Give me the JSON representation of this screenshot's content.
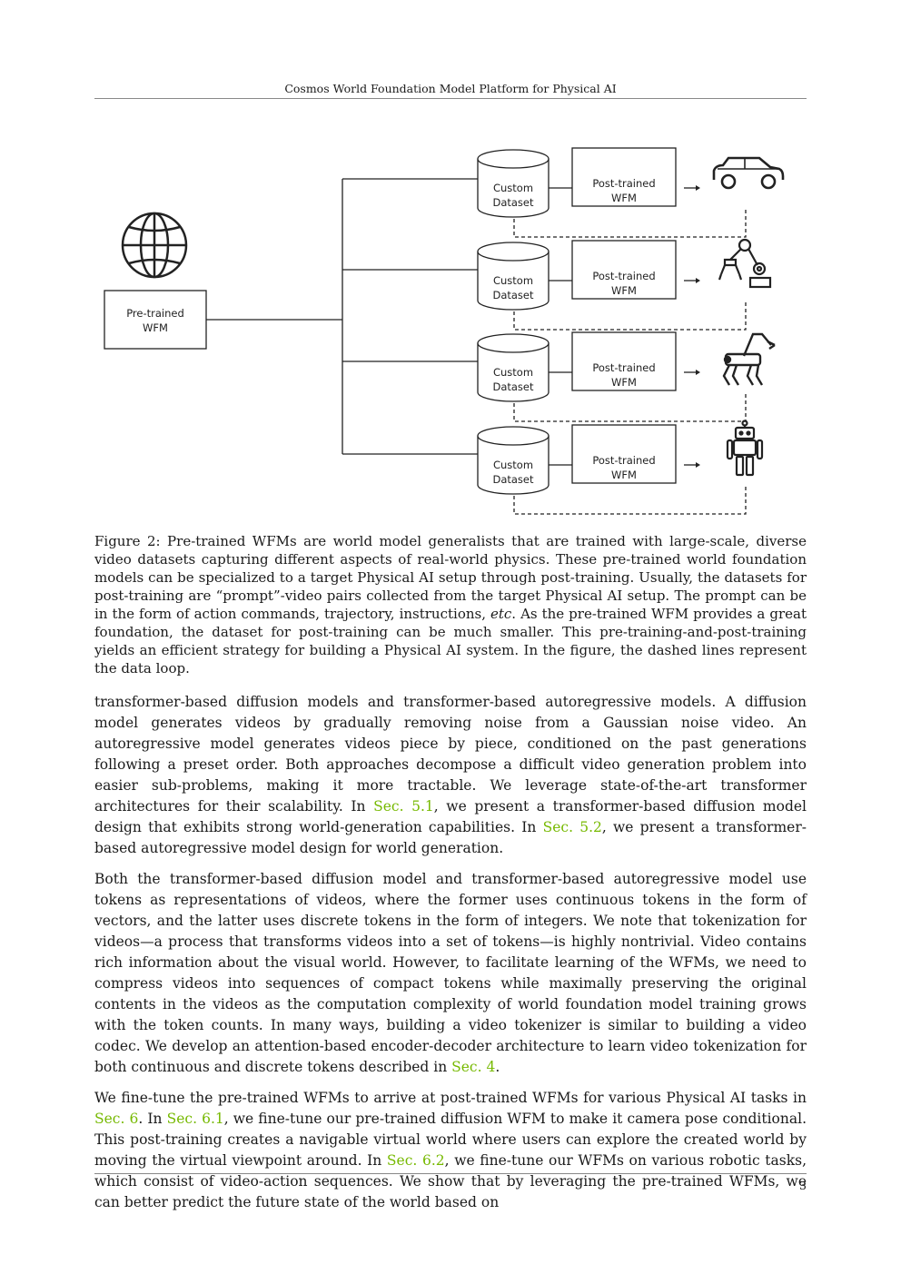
{
  "header": {
    "title": "Cosmos World Foundation Model Platform for Physical AI"
  },
  "figure": {
    "pretrained_label": [
      "Pre-trained",
      "WFM"
    ],
    "dataset_label": [
      "Custom",
      "Dataset"
    ],
    "posttrained_label": [
      "Post-trained",
      "WFM"
    ],
    "rows": [
      {
        "robot": "car-icon"
      },
      {
        "robot": "robot-arm-icon"
      },
      {
        "robot": "quadruped-robot-icon"
      },
      {
        "robot": "humanoid-robot-icon"
      }
    ],
    "globe": "globe-icon"
  },
  "caption": {
    "p1": "Figure 2: Pre-trained WFMs are world model generalists that are trained with large-scale, diverse video datasets capturing different aspects of real-world physics. These pre-trained world foundation models can be specialized to a target Physical AI setup through post-training. Usually, the datasets for post-training are “prompt”-video pairs collected from the target Physical AI setup. The prompt can be in the form of action commands, trajectory, instructions, ",
    "etc": "etc",
    "p2": ". As the pre-trained WFM provides a great foundation, the dataset for post-training can be much smaller. This pre-training-and-post-training yields an efficient strategy for building a Physical AI system. In the figure, the dashed lines represent the data loop."
  },
  "body": {
    "para1": {
      "a": "transformer-based diffusion models and transformer-based autoregressive models. A diffusion model generates videos by gradually removing noise from a Gaussian noise video. An autoregressive model generates videos piece by piece, conditioned on the past generations following a preset order. Both approaches decompose a difficult video generation problem into easier sub-problems, making it more tractable. We leverage state-of-the-art transformer architectures for their scalability. In ",
      "ref1": "Sec. 5.1",
      "b": ", we present a transformer-based diffusion model design that exhibits strong world-generation capabilities. In ",
      "ref2": "Sec. 5.2",
      "c": ", we present a transformer-based autoregressive model design for world generation."
    },
    "para2": {
      "a": "Both the transformer-based diffusion model and transformer-based autoregressive model use tokens as representations of videos, where the former uses continuous tokens in the form of vectors, and the latter uses discrete tokens in the form of integers. We note that tokenization for videos—a process that transforms videos into a set of tokens—is highly nontrivial. Video contains rich information about the visual world. However, to facilitate learning of the WFMs, we need to compress videos into sequences of compact tokens while maximally preserving the original contents in the videos as the computation complexity of world foundation model training grows with the token counts. In many ways, building a video tokenizer is similar to building a video codec. We develop an attention-based encoder-decoder architecture to learn video tokenization for both continuous and discrete tokens described in ",
      "ref1": "Sec. 4",
      "b": "."
    },
    "para3": {
      "a": "We fine-tune the pre-trained WFMs to arrive at post-trained WFMs for various Physical AI tasks in ",
      "ref1": "Sec. 6",
      "b": ". In ",
      "ref2": "Sec. 6.1",
      "c": ", we fine-tune our pre-trained diffusion WFM to make it camera pose conditional. This post-training creates a navigable virtual world where users can explore the created world by moving the virtual viewpoint around. In ",
      "ref3": "Sec. 6.2",
      "d": ", we fine-tune our WFMs on various robotic tasks, which consist of video-action sequences. We show that by leveraging the pre-trained WFMs, we can better predict the future state of the world based on"
    }
  },
  "footer": {
    "page_number": "3"
  },
  "colors": {
    "link": "#76b900",
    "rule": "#888888"
  }
}
